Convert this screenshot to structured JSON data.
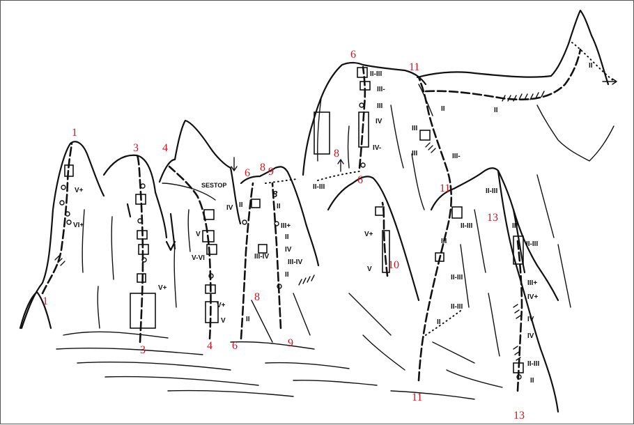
{
  "route_numbers": [
    {
      "id": "1-top",
      "text": "1"
    },
    {
      "id": "1-bottom",
      "text": "1"
    },
    {
      "id": "3-top",
      "text": "3"
    },
    {
      "id": "3-bottom",
      "text": "3"
    },
    {
      "id": "4-top",
      "text": "4"
    },
    {
      "id": "4-bottom",
      "text": "4"
    },
    {
      "id": "6-mid",
      "text": "6"
    },
    {
      "id": "6-bottom",
      "text": "6"
    },
    {
      "id": "6-summit",
      "text": "6"
    },
    {
      "id": "6-ledge",
      "text": "6"
    },
    {
      "id": "8-top",
      "text": "8"
    },
    {
      "id": "9-top",
      "text": "9"
    },
    {
      "id": "8-bottom",
      "text": "8"
    },
    {
      "id": "8-arrow",
      "text": "8"
    },
    {
      "id": "9-bottom",
      "text": "9"
    },
    {
      "id": "10",
      "text": "10"
    },
    {
      "id": "11-top",
      "text": "11"
    },
    {
      "id": "11-mid",
      "text": "11"
    },
    {
      "id": "11-bottom",
      "text": "11"
    },
    {
      "id": "13-mid",
      "text": "13"
    },
    {
      "id": "13-bottom",
      "text": "13"
    }
  ],
  "annotations": {
    "sestop": "SESTOP",
    "black_8": "8"
  },
  "grades": [
    "V+",
    "VI+",
    "V+",
    "V",
    "V-VI",
    "V+",
    "V",
    "IV",
    "III+",
    "IV",
    "II",
    "III-IV",
    "III-IV",
    "II",
    "II-III",
    "III-",
    "IV",
    "IV-",
    "II-III",
    "III",
    "III",
    "II",
    "III-",
    "II",
    "II-III",
    "V+",
    "V",
    "II-III",
    "II-III",
    "III",
    "II-III",
    "II",
    "III",
    "II-III",
    "III+",
    "IV+",
    "IV",
    "IV",
    "II-III",
    "II",
    "II",
    "II",
    "II",
    "III",
    "II"
  ]
}
